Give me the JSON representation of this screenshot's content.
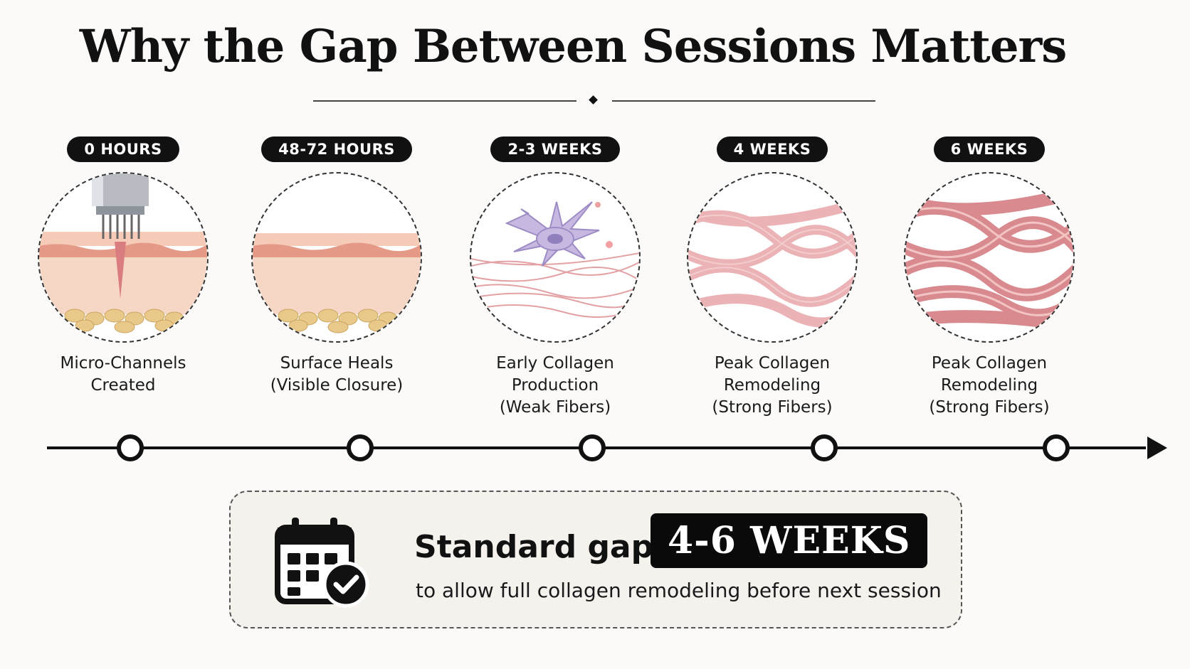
{
  "title": "Why the Gap Between Sessions Matters",
  "stages": [
    {
      "time": "0 HOURS",
      "label_lines": [
        "Micro-Channels",
        "Created"
      ],
      "icon": "microneedle-skin-icon"
    },
    {
      "time": "48-72 HOURS",
      "label_lines": [
        "Surface Heals",
        "(Visible Closure)"
      ],
      "icon": "healed-skin-icon"
    },
    {
      "time": "2-3 WEEKS",
      "label_lines": [
        "Early Collagen",
        "Production",
        "(Weak Fibers)"
      ],
      "icon": "fibroblast-cell-icon"
    },
    {
      "time": "4 WEEKS",
      "label_lines": [
        "Peak Collagen",
        "Remodeling",
        "(Strong Fibers)"
      ],
      "icon": "collagen-fibers-icon"
    },
    {
      "time": "6 WEEKS",
      "label_lines": [
        "Peak Collagen",
        "Remodeling",
        "(Strong Fibers)"
      ],
      "icon": "dense-collagen-fibers-icon"
    }
  ],
  "callout": {
    "label": "Standard gap:",
    "value": "4-6 WEEKS",
    "subtext": "to allow full collagen remodeling before next session",
    "icon": "calendar-check-icon"
  },
  "colors": {
    "skin_top": "#f4c6b3",
    "skin_mid": "#e9a48f",
    "skin_deep": "#f6d8c6",
    "fat": "#ead49a",
    "collagen": "#e8a6a8",
    "collagen_dark": "#c9727a",
    "cell": "#b8a9d6"
  }
}
